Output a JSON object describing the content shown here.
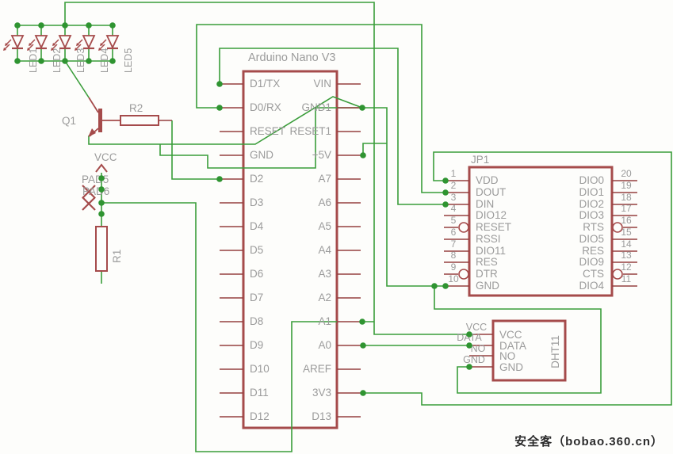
{
  "watermark": "安全客（bobao.360.cn）",
  "colors": {
    "wire": "#3a9d3a",
    "junction": "#2f9431",
    "symbol": "#a54b4b",
    "stub": "#954040",
    "text": "#9b9b9b",
    "background": "#fdfdfb"
  },
  "leds": {
    "labels": [
      "LED1",
      "LED2",
      "LED3",
      "LED4",
      "LED5"
    ]
  },
  "transistor": {
    "label": "Q1"
  },
  "resistors": {
    "r1": "R1",
    "r2": "R2"
  },
  "power": {
    "vcc": "VCC",
    "pads": [
      "PAD5",
      "PAD6"
    ]
  },
  "arduino": {
    "title": "Arduino Nano V3",
    "left_pins": [
      "D1/TX",
      "D0/RX",
      "RESET",
      "GND",
      "D2",
      "D3",
      "D4",
      "D5",
      "D6",
      "D7",
      "D8",
      "D9",
      "D10",
      "D11",
      "D12"
    ],
    "right_pins": [
      "VIN",
      "GND1",
      "RESET1",
      "+5V",
      "A7",
      "A6",
      "A5",
      "A4",
      "A3",
      "A2",
      "A1",
      "A0",
      "AREF",
      "3V3",
      "D13"
    ]
  },
  "jp1": {
    "label": "JP1",
    "left_pins": [
      {
        "num": "1",
        "name": "VDD",
        "inv": false
      },
      {
        "num": "2",
        "name": "DOUT",
        "inv": false
      },
      {
        "num": "3",
        "name": "DIN",
        "inv": false
      },
      {
        "num": "4",
        "name": "DIO12",
        "inv": false
      },
      {
        "num": "5",
        "name": "RESET",
        "inv": true
      },
      {
        "num": "6",
        "name": "RSSI",
        "inv": false
      },
      {
        "num": "7",
        "name": "DIO11",
        "inv": false
      },
      {
        "num": "8",
        "name": "RES",
        "inv": false
      },
      {
        "num": "9",
        "name": "DTR",
        "inv": true
      },
      {
        "num": "10",
        "name": "GND",
        "inv": false
      }
    ],
    "right_pins": [
      {
        "num": "20",
        "name": "DIO0",
        "inv": false
      },
      {
        "num": "19",
        "name": "DIO1",
        "inv": false
      },
      {
        "num": "18",
        "name": "DIO2",
        "inv": false
      },
      {
        "num": "17",
        "name": "DIO3",
        "inv": false
      },
      {
        "num": "16",
        "name": "RTS",
        "inv": true
      },
      {
        "num": "15",
        "name": "DIO5",
        "inv": false
      },
      {
        "num": "14",
        "name": "RES",
        "inv": false
      },
      {
        "num": "13",
        "name": "DIO9",
        "inv": false
      },
      {
        "num": "12",
        "name": "CTS",
        "inv": true
      },
      {
        "num": "11",
        "name": "DIO4",
        "inv": false
      }
    ]
  },
  "dht11": {
    "label": "DHT11",
    "pins": [
      "VCC",
      "DATA",
      "NO",
      "GND"
    ],
    "wire_labels": [
      "VCC",
      "DATA",
      "NO",
      "GND"
    ]
  }
}
